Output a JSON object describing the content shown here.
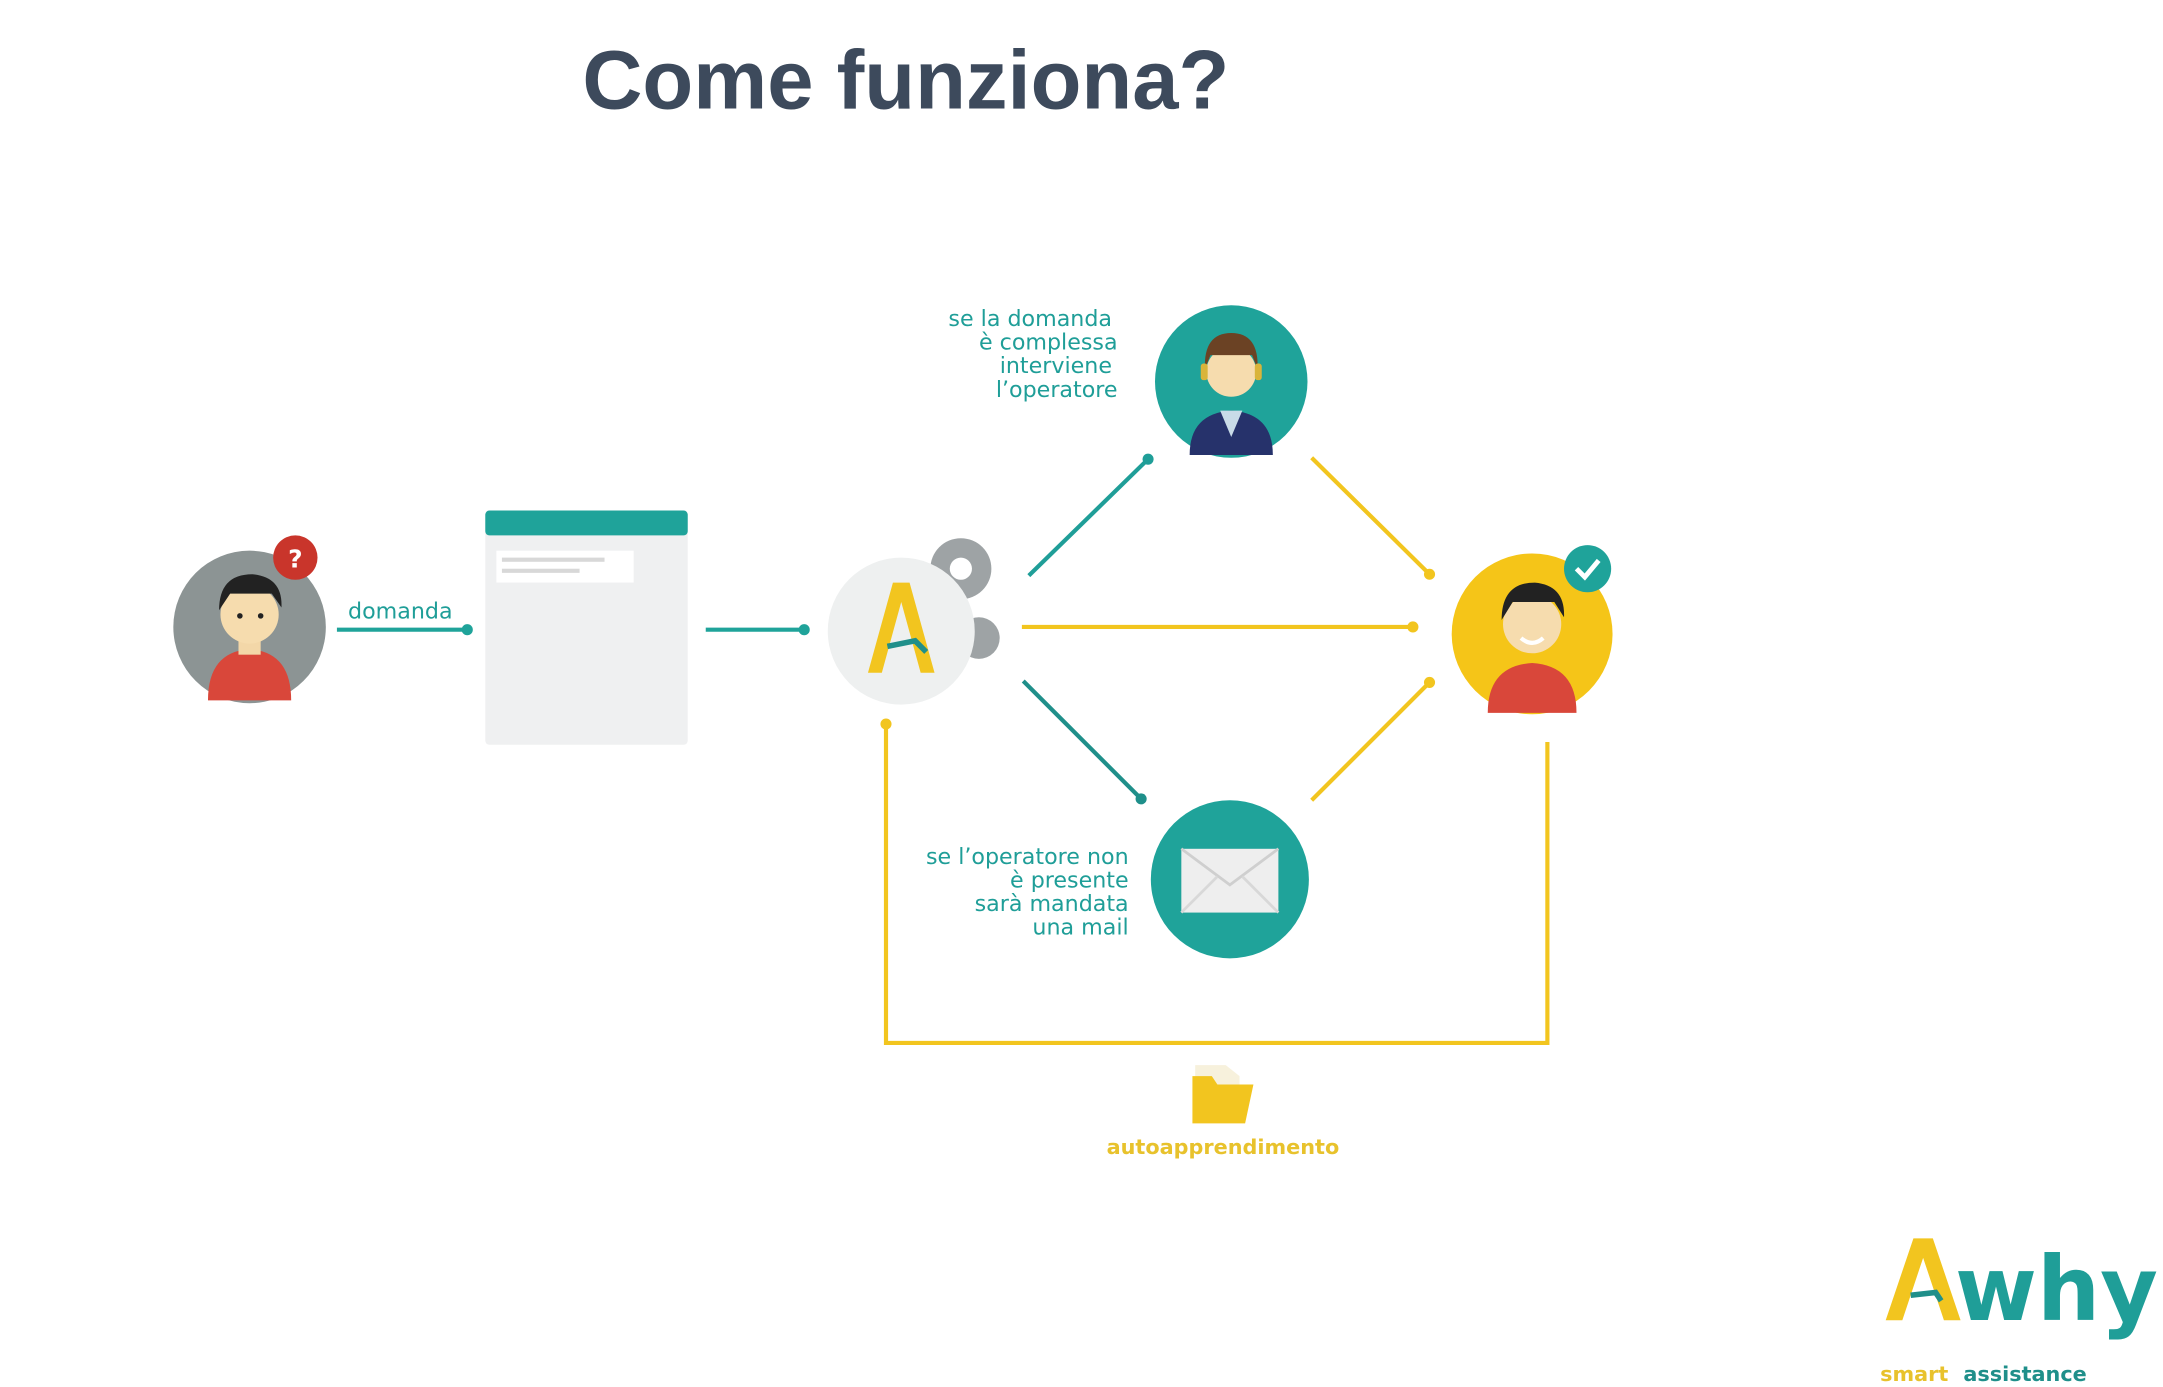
{
  "title": "Come funziona?",
  "labels": {
    "question": "domanda",
    "operator_note": [
      "se la domanda",
      "è complessa",
      "interviene",
      "l’operatore"
    ],
    "mail_note": [
      "se l’operatore non",
      "è presente",
      "sarà mandata",
      "una mail"
    ],
    "learning": "autoapprendimento"
  },
  "badges": {
    "question_mark": "?"
  },
  "logo": {
    "brand": "Awhy",
    "tagline_1": "smart",
    "tagline_2": "assistance"
  },
  "colors": {
    "teal": "#1fa39a",
    "yellow": "#f2c51f",
    "red": "#c9352b",
    "title": "#3d4a5c"
  }
}
